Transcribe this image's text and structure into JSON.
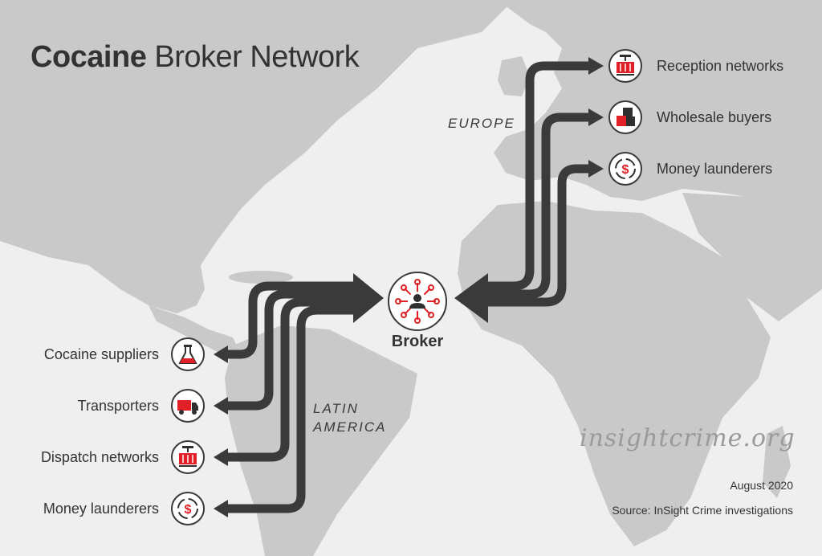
{
  "title": {
    "bold": "Cocaine",
    "rest": " Broker Network"
  },
  "center": {
    "label": "Broker",
    "icon": "broker-network-icon"
  },
  "regions": {
    "europe": "EUROPE",
    "latin_america_line1": "LATIN",
    "latin_america_line2": "AMERICA"
  },
  "europe_nodes": [
    {
      "label": "Reception networks",
      "icon": "container-crane-icon"
    },
    {
      "label": "Wholesale buyers",
      "icon": "boxes-icon"
    },
    {
      "label": "Money launderers",
      "icon": "money-cycle-icon"
    }
  ],
  "latam_nodes": [
    {
      "label": "Cocaine suppliers",
      "icon": "flask-icon"
    },
    {
      "label": "Transporters",
      "icon": "truck-icon"
    },
    {
      "label": "Dispatch networks",
      "icon": "container-crane-icon"
    },
    {
      "label": "Money launderers",
      "icon": "money-cycle-icon"
    }
  ],
  "watermark": "insightcrime.org",
  "footer": {
    "date": "August 2020",
    "source_prefix": "Source: ",
    "source_org": "InSight Crime investigations"
  },
  "colors": {
    "arrow": "#3a3a3a",
    "accent": "#e01f26",
    "land": "#c9c9c9",
    "sea": "#efefef",
    "text": "#333333",
    "watermark": "#9a9a9a"
  }
}
